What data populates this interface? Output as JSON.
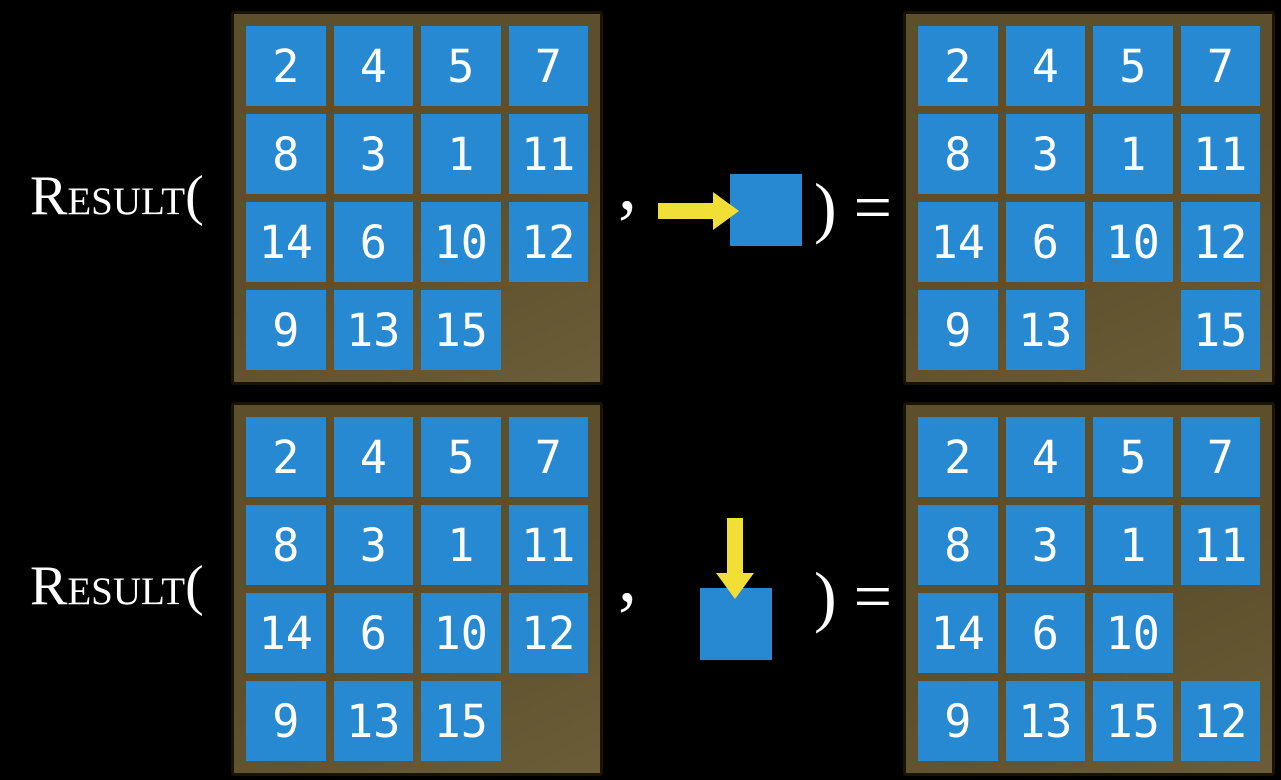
{
  "colors": {
    "background": "#000000",
    "board_brown": "#5d4f2b",
    "board_brown_light": "#6b5d38",
    "board_border": "#191307",
    "tile_blue": "#2689d2",
    "arrow_yellow": "#f1df38",
    "text_white": "#ffffff"
  },
  "rows": [
    {
      "function_label": "Result(",
      "comma": ",",
      "equals_label": ") =",
      "move_direction": "right",
      "input_grid": [
        [
          2,
          4,
          5,
          7
        ],
        [
          8,
          3,
          1,
          11
        ],
        [
          14,
          6,
          10,
          12
        ],
        [
          9,
          13,
          15,
          null
        ]
      ],
      "output_grid": [
        [
          2,
          4,
          5,
          7
        ],
        [
          8,
          3,
          1,
          11
        ],
        [
          14,
          6,
          10,
          12
        ],
        [
          9,
          13,
          null,
          15
        ]
      ]
    },
    {
      "function_label": "Result(",
      "comma": ",",
      "equals_label": ") =",
      "move_direction": "down",
      "input_grid": [
        [
          2,
          4,
          5,
          7
        ],
        [
          8,
          3,
          1,
          11
        ],
        [
          14,
          6,
          10,
          12
        ],
        [
          9,
          13,
          15,
          null
        ]
      ],
      "output_grid": [
        [
          2,
          4,
          5,
          7
        ],
        [
          8,
          3,
          1,
          11
        ],
        [
          14,
          6,
          10,
          null
        ],
        [
          9,
          13,
          15,
          12
        ]
      ]
    }
  ]
}
